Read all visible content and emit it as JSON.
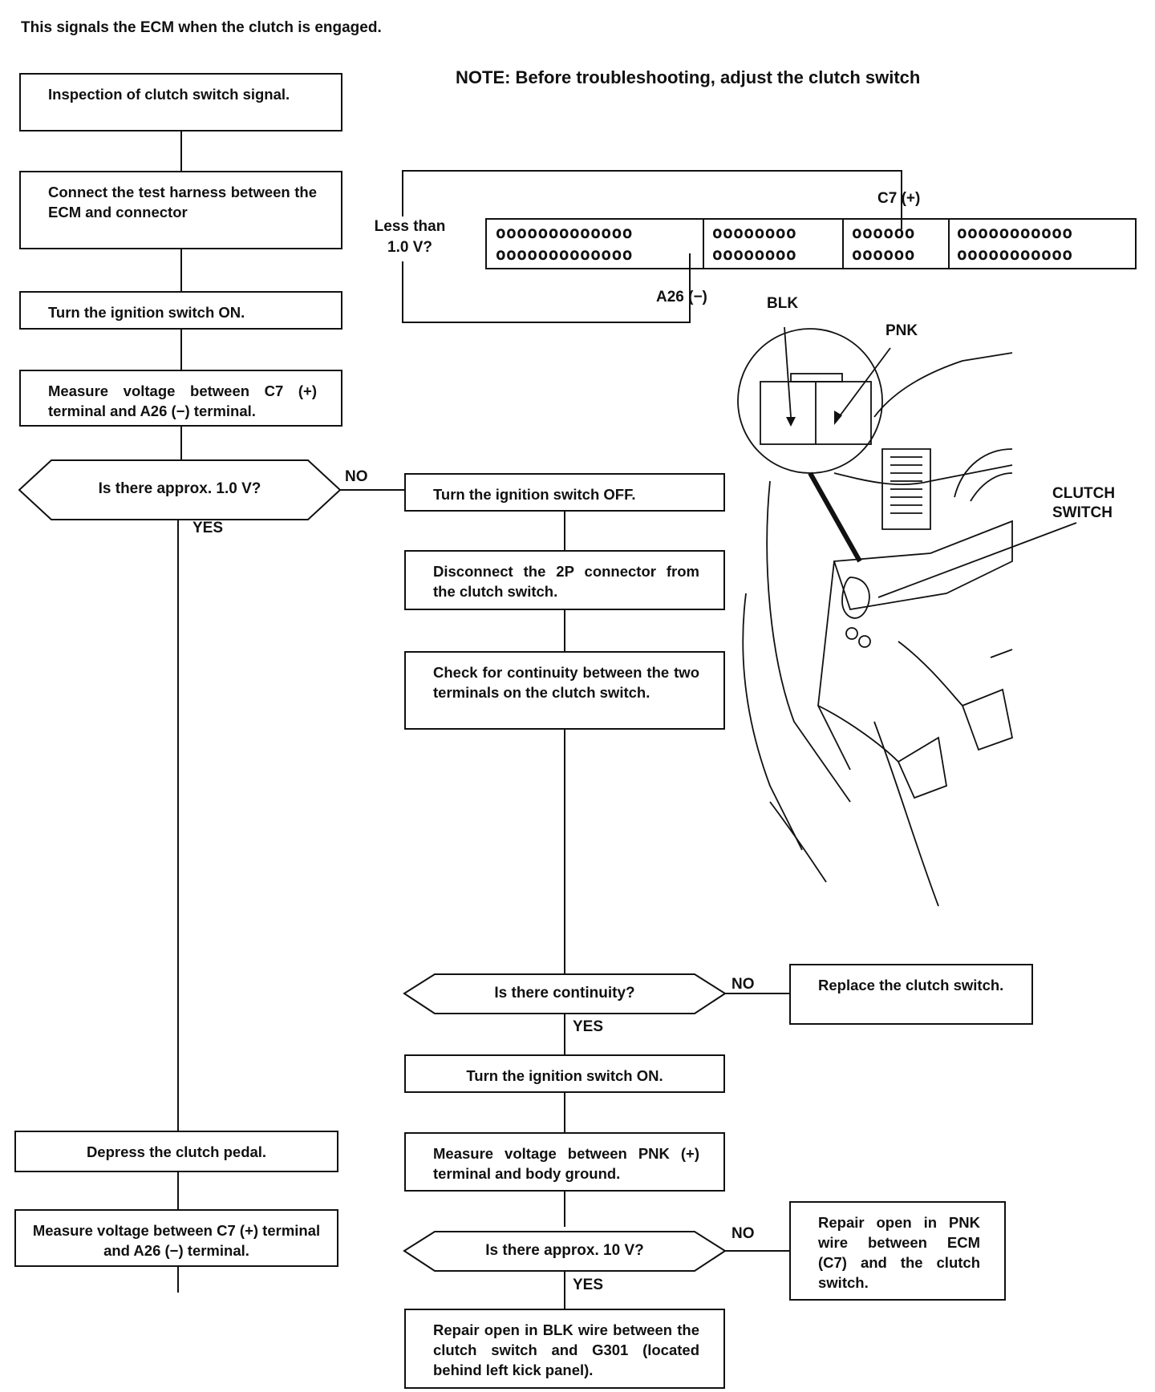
{
  "intro": "This signals the ECM when the clutch is engaged.",
  "note": "NOTE: Before troubleshooting, adjust the clutch switch",
  "steps": {
    "s1": "Inspection of clutch switch signal.",
    "s2": "Connect the test harness between the ECM and connector",
    "s3": "Turn the ignition switch ON.",
    "s4": "Measure voltage between C7 (+) terminal and A26 (−) terminal.",
    "d1": "Is there approx. 1.0 V?",
    "s5": "Turn the ignition switch OFF.",
    "s6": "Disconnect the 2P connector from the clutch switch.",
    "s7": "Check for continuity between the two terminals on the clutch switch.",
    "d2": "Is there continuity?",
    "s8": "Replace the clutch switch.",
    "s9": "Turn the ignition switch ON.",
    "s10": "Measure voltage between PNK (+) terminal and body ground.",
    "d3": "Is there approx. 10 V?",
    "s11": "Repair open in PNK wire between ECM (C7) and the clutch switch.",
    "s12": "Repair open in BLK wire between the clutch switch and G301 (located behind left kick panel).",
    "s13": "Depress the clutch pedal.",
    "s14": "Measure voltage between C7 (+) terminal and A26 (−) terminal."
  },
  "branch": {
    "yes": "YES",
    "no": "NO"
  },
  "connector": {
    "meter_label": "Less than 1.0 V?",
    "c7": "C7 (+)",
    "a26": "A26 (−)",
    "row_a": [
      "ooooooooooooo",
      "oooooooo",
      "oooooo",
      "ooooooooooo"
    ],
    "row_b": [
      "ooooooooooooo",
      "oooooooo",
      "oooooo",
      "ooooooooooo"
    ]
  },
  "illustration": {
    "blk": "BLK",
    "pnk": "PNK",
    "clutch_switch": "CLUTCH SWITCH"
  }
}
